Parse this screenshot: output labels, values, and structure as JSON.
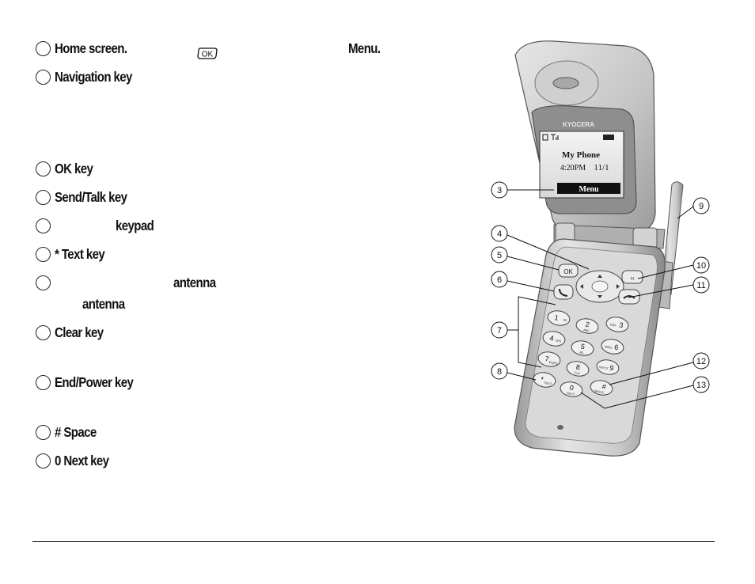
{
  "items": {
    "i1": {
      "label": "Home screen.",
      "extra": "Menu."
    },
    "i2": {
      "label": "Navigation key"
    },
    "i3": {
      "label": "OK key"
    },
    "i4": {
      "label": "Send/Talk key"
    },
    "i5": {
      "label": "keypad"
    },
    "i6": {
      "label": "* Text key"
    },
    "i7": {
      "label": "antenna",
      "line2": "antenna"
    },
    "i8": {
      "label": "Clear key"
    },
    "i9": {
      "label": "End/Power key"
    },
    "i10": {
      "label": "# Space"
    },
    "i11": {
      "label": "0 Next key"
    }
  },
  "ok_icon_text": "OK",
  "phone": {
    "brand": "KYOCERA",
    "screen_title": "My Phone",
    "screen_time": "4:20PM",
    "screen_date": "11/1",
    "softkey": "Menu",
    "ok_key": "OK",
    "callouts": [
      "3",
      "4",
      "5",
      "6",
      "7",
      "8",
      "9",
      "10",
      "11",
      "12",
      "13"
    ],
    "keys": [
      {
        "num": "1",
        "sub": "✉"
      },
      {
        "num": "2",
        "sub": "ABC"
      },
      {
        "num": "3",
        "sub": "DEF"
      },
      {
        "num": "4",
        "sub": "GHI"
      },
      {
        "num": "5",
        "sub": "JKL"
      },
      {
        "num": "6",
        "sub": "MNO"
      },
      {
        "num": "7",
        "sub": "PQRS"
      },
      {
        "num": "8",
        "sub": "TUV"
      },
      {
        "num": "9",
        "sub": "WXYZ"
      },
      {
        "num": "*",
        "sub": "TEXT"
      },
      {
        "num": "0",
        "sub": "NEXT"
      },
      {
        "num": "#",
        "sub": "SPACE"
      }
    ]
  }
}
